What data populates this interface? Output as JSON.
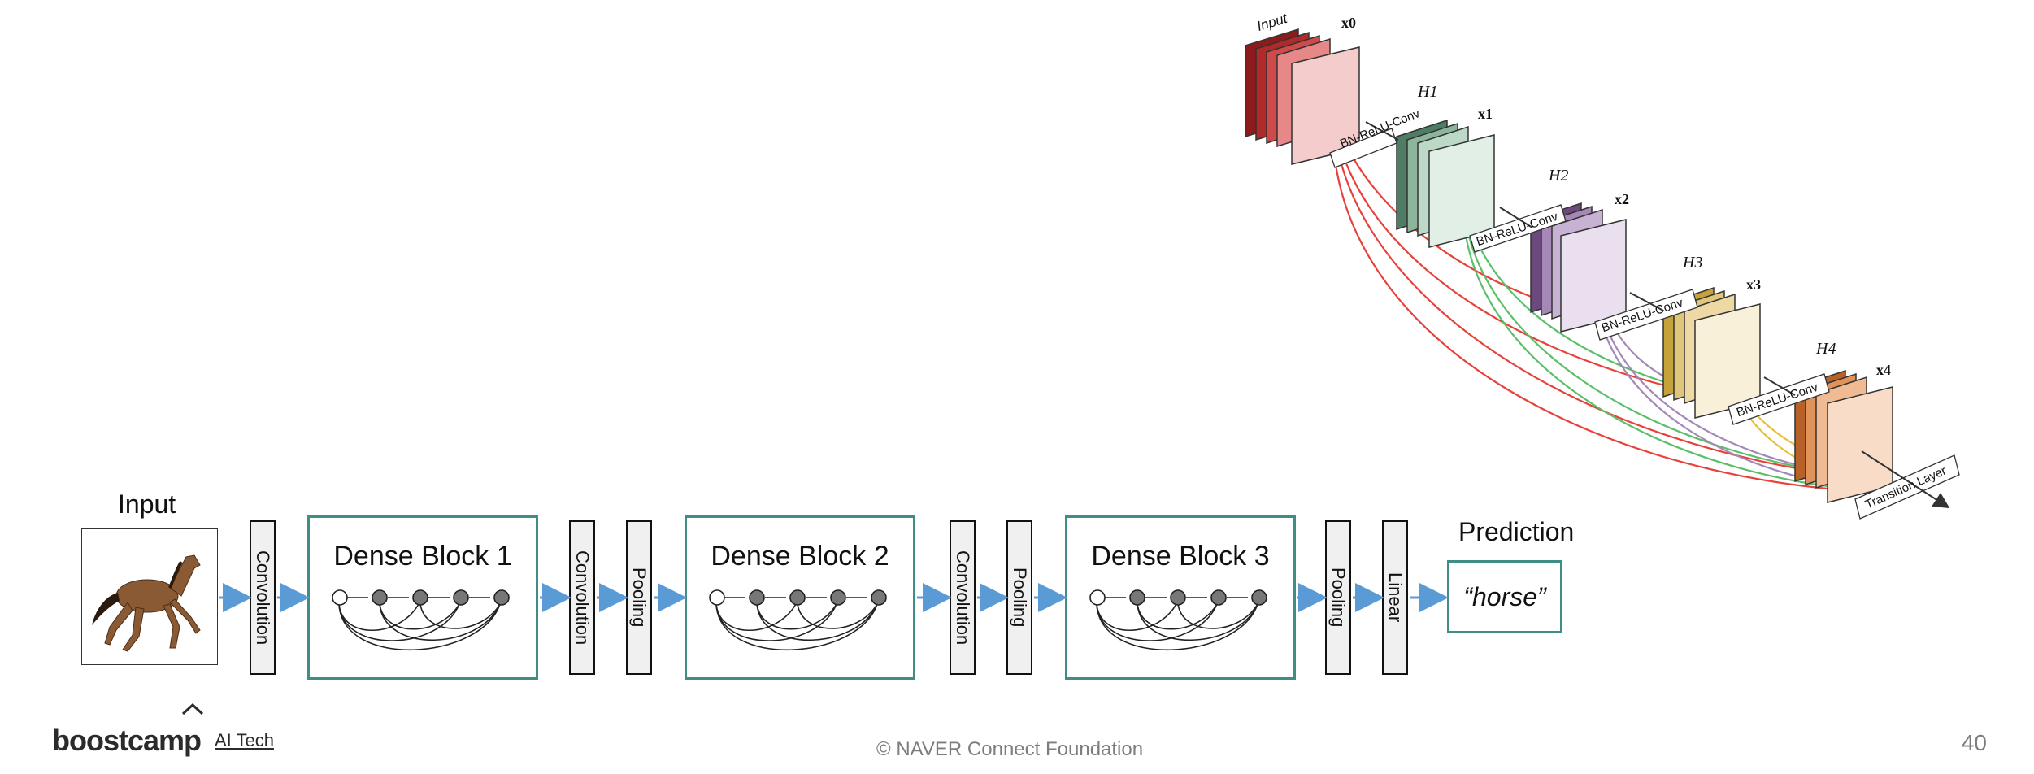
{
  "pipeline": {
    "input_label": "Input",
    "prediction_label": "Prediction",
    "prediction_value": "“horse”",
    "layers": {
      "conv1": "Convolution",
      "conv2": "Convolution",
      "pool2": "Pooling",
      "conv3": "Convolution",
      "pool3": "Pooling",
      "pool4": "Pooling",
      "linear": "Linear"
    },
    "blocks": [
      "Dense Block 1",
      "Dense Block 2",
      "Dense Block 3"
    ]
  },
  "densenet_figure": {
    "input_label": "Input",
    "features": [
      "x0",
      "x1",
      "x2",
      "x3",
      "x4"
    ],
    "functions": [
      "H1",
      "H2",
      "H3",
      "H4"
    ],
    "bn_label": "BN-ReLU-Conv",
    "transition_label": "Transition Layer"
  },
  "footer": {
    "brand": "boostcamp",
    "brand_sub": "AI Tech",
    "copyright": "© NAVER Connect Foundation",
    "page_number": "40"
  },
  "colors": {
    "block_border": "#3f8e86",
    "arrow": "#5b9bd5",
    "red": "#e8413b",
    "green": "#5bbf6a",
    "purple": "#a489b8",
    "yellow": "#e6c040"
  }
}
